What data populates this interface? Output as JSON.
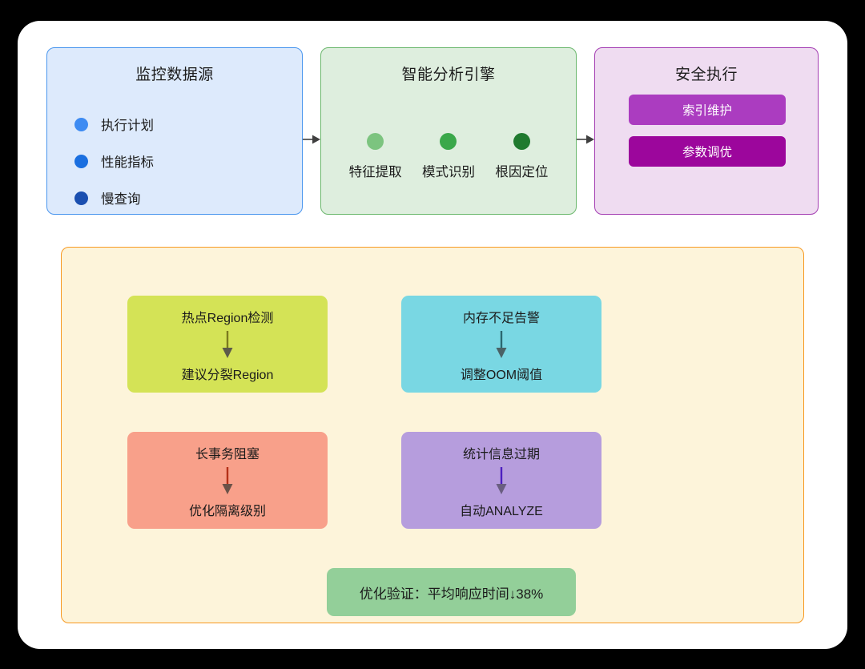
{
  "diagram": {
    "pipeline": [
      {
        "id": "monitoring-sources",
        "title": "监控数据源",
        "fill": "#ddeafc",
        "border": "#4a96ee",
        "items": [
          {
            "label": "执行计划",
            "color": "#3d8bf2"
          },
          {
            "label": "性能指标",
            "color": "#1a6fe0"
          },
          {
            "label": "慢查询",
            "color": "#1a4fb0"
          }
        ]
      },
      {
        "id": "analysis-engine",
        "title": "智能分析引擎",
        "fill": "#deeede",
        "border": "#6cb86e",
        "items": [
          {
            "label": "特征提取",
            "color": "#7cc47f"
          },
          {
            "label": "模式识别",
            "color": "#3aa84a"
          },
          {
            "label": "根因定位",
            "color": "#1f7a2e"
          }
        ]
      },
      {
        "id": "safe-execution",
        "title": "安全执行",
        "fill": "#efdcf1",
        "border": "#a43fb3",
        "buttons": [
          {
            "label": "索引维护",
            "color": "#ab3cc0"
          },
          {
            "label": "参数调优",
            "color": "#9c069c"
          }
        ]
      }
    ],
    "connectors": [
      {
        "name": "sources-to-engine",
        "color": "#666666"
      },
      {
        "name": "engine-to-execution",
        "color": "#666666"
      }
    ],
    "remediation": {
      "panel_fill": "#fdf4da",
      "panel_border": "#f79a22",
      "cards": [
        {
          "id": "hot-region",
          "title": "热点Region检测",
          "action": "建议分裂Region",
          "fill": "#d4e356",
          "arrow_color": "#7c7a1e"
        },
        {
          "id": "memory-alert",
          "title": "内存不足告警",
          "action": "调整OOM阈值",
          "fill": "#79d7e3",
          "arrow_color": "#2b6870"
        },
        {
          "id": "long-transaction",
          "title": "长事务阻塞",
          "action": "优化隔离级别",
          "fill": "#f8a08a",
          "arrow_color": "#b53018"
        },
        {
          "id": "stale-statistics",
          "title": "统计信息过期",
          "action": "自动ANALYZE",
          "fill": "#b69ddd",
          "arrow_color": "#4d1fc0"
        }
      ],
      "result": {
        "label": "优化验证：平均响应时间↓38%",
        "fill": "#93cf99"
      }
    }
  }
}
